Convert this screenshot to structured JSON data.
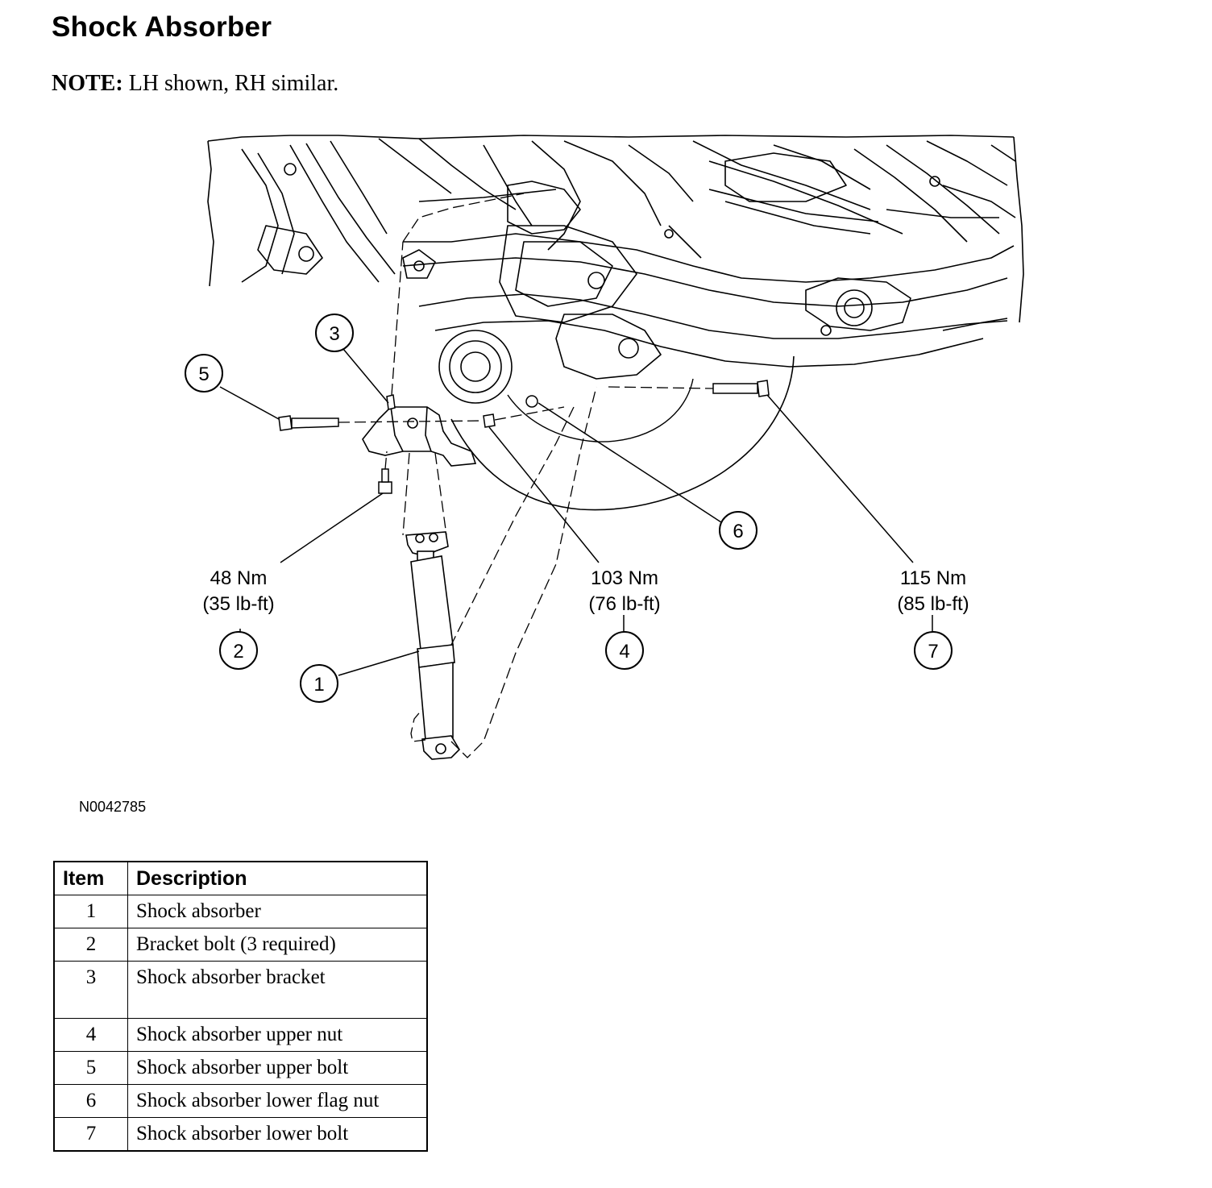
{
  "title": "Shock Absorber",
  "note": {
    "label": "NOTE:",
    "text": " LH shown, RH similar."
  },
  "figure_id": "N0042785",
  "callouts": [
    "1",
    "2",
    "3",
    "4",
    "5",
    "6",
    "7"
  ],
  "torques": [
    {
      "item": "2",
      "nm": "48 Nm",
      "lbft": "(35 lb-ft)"
    },
    {
      "item": "4",
      "nm": "103 Nm",
      "lbft": "(76 lb-ft)"
    },
    {
      "item": "7",
      "nm": "115 Nm",
      "lbft": "(85 lb-ft)"
    }
  ],
  "table": {
    "headers": {
      "item": "Item",
      "description": "Description"
    },
    "rows": [
      {
        "item": "1",
        "description": "Shock absorber"
      },
      {
        "item": "2",
        "description": "Bracket bolt (3 required)"
      },
      {
        "item": "3",
        "description": "Shock absorber bracket"
      },
      {
        "item": "4",
        "description": "Shock absorber upper nut"
      },
      {
        "item": "5",
        "description": "Shock absorber upper bolt"
      },
      {
        "item": "6",
        "description": "Shock absorber lower flag nut"
      },
      {
        "item": "7",
        "description": "Shock absorber lower bolt"
      }
    ]
  }
}
